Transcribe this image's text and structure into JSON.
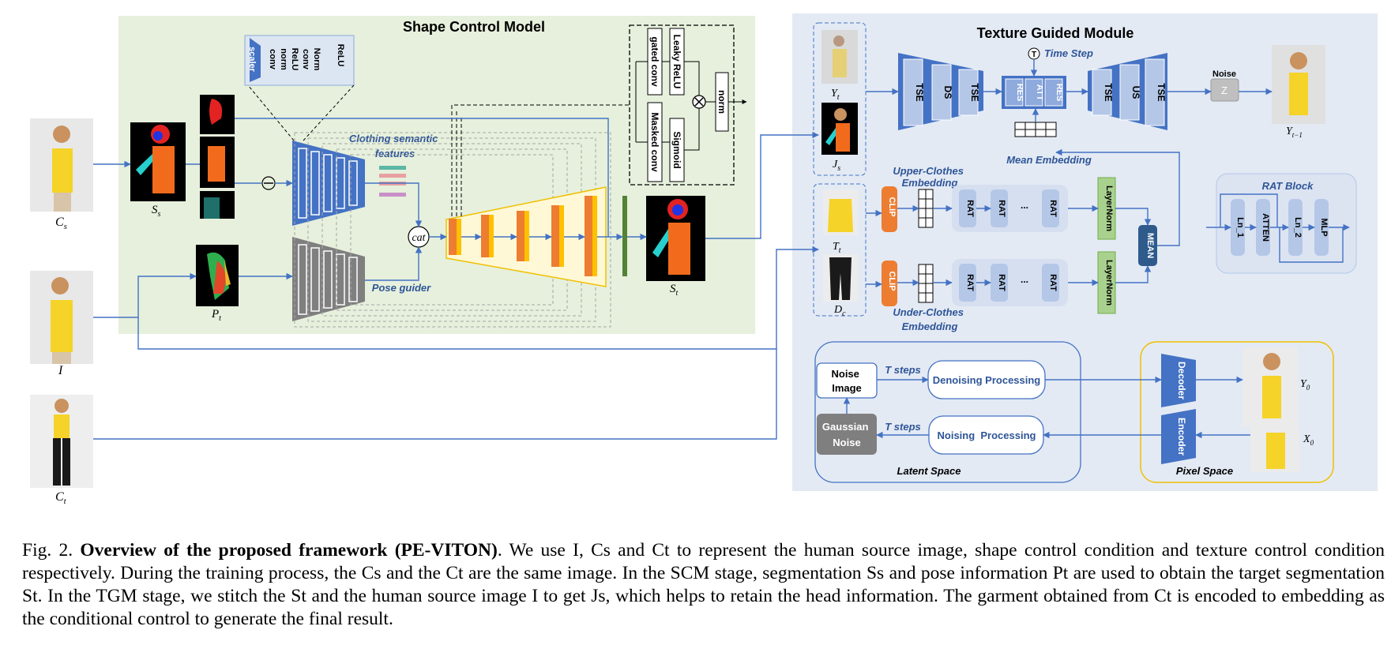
{
  "scm": {
    "title": "Shape Control Model",
    "clothing_features": [
      "Clothing semantic",
      "features"
    ],
    "pose_guider": "Pose guider",
    "cat": "cat",
    "block_labels": [
      "scaler",
      "conv",
      "norm",
      "ReLU",
      "conv",
      "Norm",
      "ReLU"
    ],
    "gate_labels": [
      "gated conv",
      "Leaky ReLU",
      "Masked conv",
      "Sigmoid",
      "norm"
    ],
    "inputs": [
      {
        "id": "cs",
        "label": "C",
        "sub": "s"
      },
      {
        "id": "i",
        "label": "I",
        "sub": ""
      },
      {
        "id": "ct",
        "label": "C",
        "sub": "t"
      }
    ],
    "ss": {
      "label": "S",
      "sub": "s"
    },
    "pt": {
      "label": "P",
      "sub": "t"
    },
    "st": {
      "label": "S",
      "sub": "t"
    },
    "minus": "−"
  },
  "tgm": {
    "title": "Texture Guided Module",
    "time_step": "Time Step",
    "time_icon": "T",
    "noise": "Noise",
    "z": "Z",
    "enc_blocks": [
      "TSE",
      "DS",
      "TSE"
    ],
    "mid_blocks": [
      "RES",
      "ATT",
      "RES"
    ],
    "dec_blocks": [
      "TSE",
      "US",
      "TSE"
    ],
    "mean_embedding": "Mean Embedding",
    "upper_emb": [
      "Upper-Clothes",
      "Embedding"
    ],
    "under_emb": [
      "Under-Clothes",
      "Embedding"
    ],
    "clip": "CLIP",
    "rat": "RAT",
    "dots": "...",
    "layernorm": "LayerNorm",
    "mean": "MEAN",
    "rat_block": {
      "title": "RAT Block",
      "items": [
        "Ln_1",
        "ATTEN",
        "Ln_2",
        "MLP"
      ]
    },
    "labels": {
      "yt": {
        "label": "Y",
        "sub": "t"
      },
      "js": {
        "label": "J",
        "sub": "s"
      },
      "tt": {
        "label": "T",
        "sub": "t"
      },
      "dc": {
        "label": "D",
        "sub": "c"
      },
      "yt1": {
        "label": "Y",
        "sub": "t−1"
      },
      "y0": {
        "label": "Y",
        "sub": "0"
      },
      "x0": {
        "label": "X",
        "sub": "0"
      }
    }
  },
  "latent": {
    "noise_image": [
      "Noise",
      "Image"
    ],
    "t_steps": "T steps",
    "denoising": "Denoising Processing",
    "noising": "Noising  Processing",
    "gaussian": [
      "Gaussian",
      "Noise"
    ],
    "latent_space": "Latent Space",
    "decoder": "Decoder",
    "encoder": "Encoder",
    "pixel_space": "Pixel Space"
  },
  "caption": {
    "fig": "Fig. 2.",
    "bold": "Overview of the proposed framework (PE-VITON)",
    "text": ". We use I, Cs and Ct to represent the human source image, shape control condition and texture control condition respectively. During the training process, the Cs and the Ct are the same image. In the SCM stage, segmentation Ss and pose information Pt are used to obtain the target segmentation St. In the TGM stage, we stitch the St and the human source image I to get Js, which helps to retain the head information. The garment obtained from Ct is encoded to embedding as the conditional control to generate the final result."
  },
  "colors": {
    "scm_bg": "#E6F0DC",
    "tgm_bg": "#E3EAF4",
    "encoder_blue": "#4472C4",
    "light_blue": "#B4C7E7",
    "encoder_gray": "#7F7F7F",
    "orange": "#ED7D31",
    "gold": "#FFC000",
    "green": "#70AD47",
    "line_blue": "#4472C4",
    "clip_orange": "#ED7D31",
    "mean_navy": "#2E5B8C"
  }
}
